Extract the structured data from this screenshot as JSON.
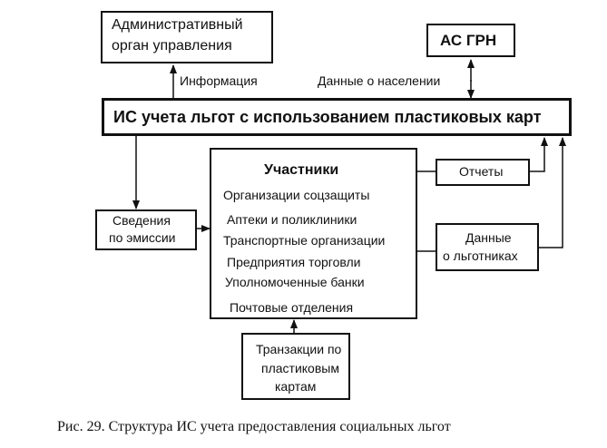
{
  "admin_organ": {
    "line1": "Административный",
    "line2": "орган управления"
  },
  "as_grn": "АС ГРН",
  "edge_information": "Информация",
  "edge_population": "Данные о населении",
  "main_system": "ИС учета льгот с использованием пластиковых карт",
  "issuance_data": {
    "line1": "Сведения",
    "line2": "по эмиссии"
  },
  "participants": {
    "title": "Участники",
    "items": [
      "Организации соцзащиты",
      "Аптеки и поликлиники",
      "Транспортные организации",
      "Предприятия торговли",
      "Уполномоченные банки",
      "Почтовые отделения"
    ]
  },
  "reports": "Отчеты",
  "beneficiary_data": {
    "line1": "Данные",
    "line2": "о льготниках"
  },
  "transactions": {
    "line1": "Транзакции по",
    "line2": "пластиковым",
    "line3": "картам"
  },
  "caption": "Рис. 29. Структура ИС учета предоставления социальных льгот"
}
